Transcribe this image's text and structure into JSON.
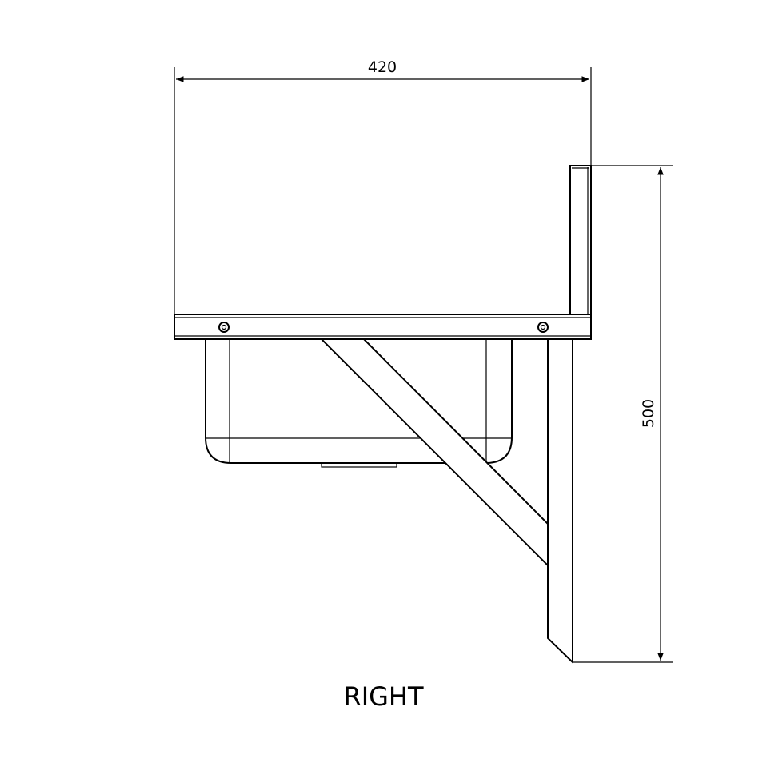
{
  "dimensions": {
    "width_label": "420",
    "height_label": "500"
  },
  "view": {
    "title": "RIGHT"
  },
  "colors": {
    "line": "#000000",
    "background": "#ffffff"
  }
}
